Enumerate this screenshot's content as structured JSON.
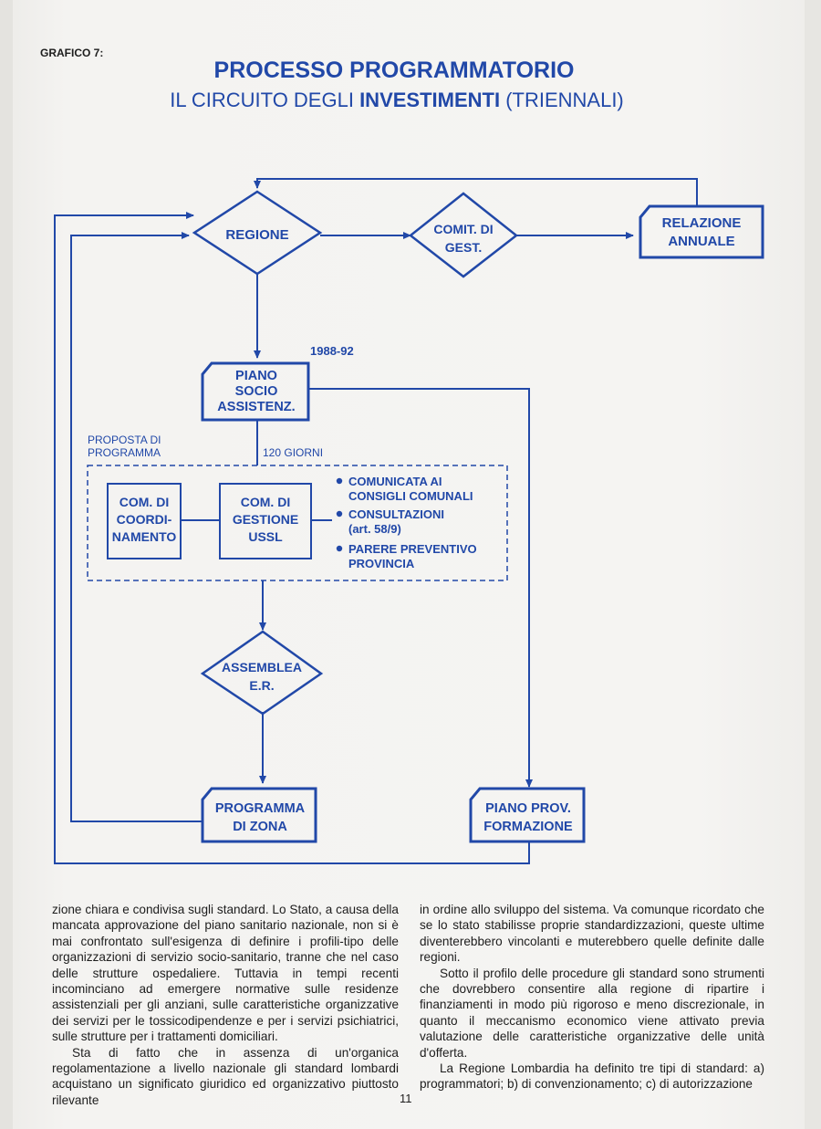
{
  "figure_label": "GRAFICO 7:",
  "title": "PROCESSO PROGRAMMATORIO",
  "subtitle_parts": {
    "before": "IL CIRCUITO DEGLI ",
    "bold": "INVESTIMENTI",
    "after": " (TRIENNALI)"
  },
  "nodes": {
    "regione": "REGIONE",
    "comit_line1": "COMIT. DI",
    "comit_line2": "GEST.",
    "relazione_line1": "RELAZIONE",
    "relazione_line2": "ANNUALE",
    "year": "1988-92",
    "piano_line1": "PIANO",
    "piano_line2": "SOCIO",
    "piano_line3": "ASSISTENZ.",
    "proposta_line1": "PROPOSTA DI",
    "proposta_line2": "PROGRAMMA",
    "giorni": "120 GIORNI",
    "coord_line1": "COM. DI",
    "coord_line2": "COORDI-",
    "coord_line3": "NAMENTO",
    "gestione_line1": "COM. DI",
    "gestione_line2": "GESTIONE",
    "gestione_line3": "USSL",
    "assemblea_line1": "ASSEMBLEA",
    "assemblea_line2": "E.R.",
    "programma_line1": "PROGRAMMA",
    "programma_line2": "DI ZONA",
    "piano_prov_line1": "PIANO PROV.",
    "piano_prov_line2": "FORMAZIONE"
  },
  "bullets": [
    [
      "COMUNICATA AI",
      "CONSIGLI COMUNALI"
    ],
    [
      "CONSULTAZIONI",
      "(art. 58/9)"
    ],
    [
      "PARERE PREVENTIVO",
      "PROVINCIA"
    ]
  ],
  "body_left": [
    "zione chiara e condivisa sugli standard. Lo Stato, a causa della mancata approvazione del piano sanitario nazionale, non si è mai confrontato sull'esigenza di definire i profili-tipo delle organizzazioni di servizio socio-sanitario, tranne che nel caso delle strutture ospedaliere. Tuttavia in tempi recenti incominciano ad emergere normative sulle residenze assistenziali per gli anziani, sulle caratteristiche organizzative dei servizi per le tossicodipendenze e per i servizi psichiatrici, sulle strutture per i trattamenti domiciliari.",
    "Sta di fatto che in assenza di un'organica regolamentazione a livello nazionale gli standard lombardi acquistano un significato giuridico ed organizzativo piuttosto rilevante"
  ],
  "body_right": [
    "in ordine allo sviluppo del sistema. Va comunque ricordato che se lo stato stabilisse proprie standardizzazioni, queste ultime diventerebbero vincolanti e muterebbero quelle definite dalle regioni.",
    "Sotto il profilo delle procedure gli standard sono strumenti che dovrebbero consentire alla regione di ripartire i finanziamenti in modo più rigoroso e meno discrezionale, in quanto il meccanismo economico viene attivato previa valutazione delle caratteristiche organizzative delle unità d'offerta.",
    "La Regione Lombardia ha definito tre tipi di standard: a) programmatori; b) di convenzionamento; c) di autorizzazione"
  ],
  "page_number": "11",
  "colors": {
    "ink_blue": "#2148a8",
    "paper": "#f4f3f1",
    "text": "#1d1d1d"
  }
}
